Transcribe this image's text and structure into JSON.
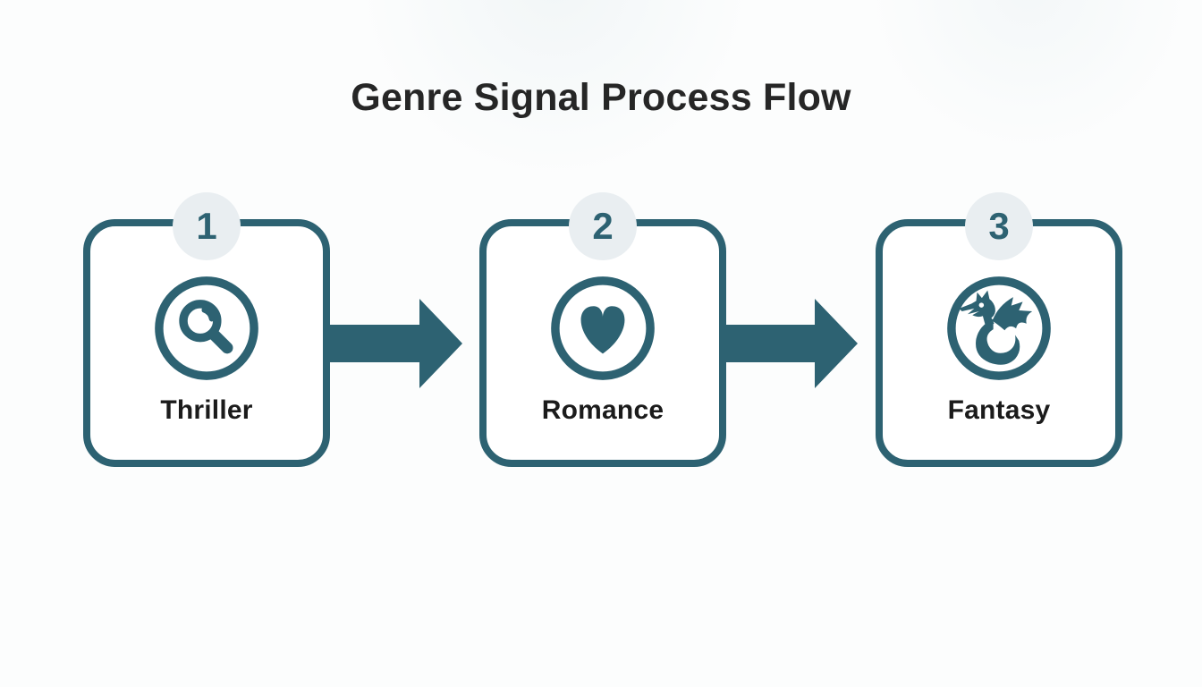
{
  "title": "Genre Signal Process Flow",
  "steps": [
    {
      "number": "1",
      "label": "Thriller",
      "icon": "magnifier-icon"
    },
    {
      "number": "2",
      "label": "Romance",
      "icon": "heart-icon"
    },
    {
      "number": "3",
      "label": "Fantasy",
      "icon": "dragon-icon"
    }
  ],
  "connectors": [
    {
      "type": "arrow-right"
    },
    {
      "type": "arrow-right"
    }
  ],
  "colors": {
    "accent": "#2d6272",
    "badge_bg": "#e9eef1",
    "label_text": "#1b1b1b",
    "title_text": "#262626",
    "card_bg": "#ffffff",
    "page_bg": "#fcfdfd"
  }
}
